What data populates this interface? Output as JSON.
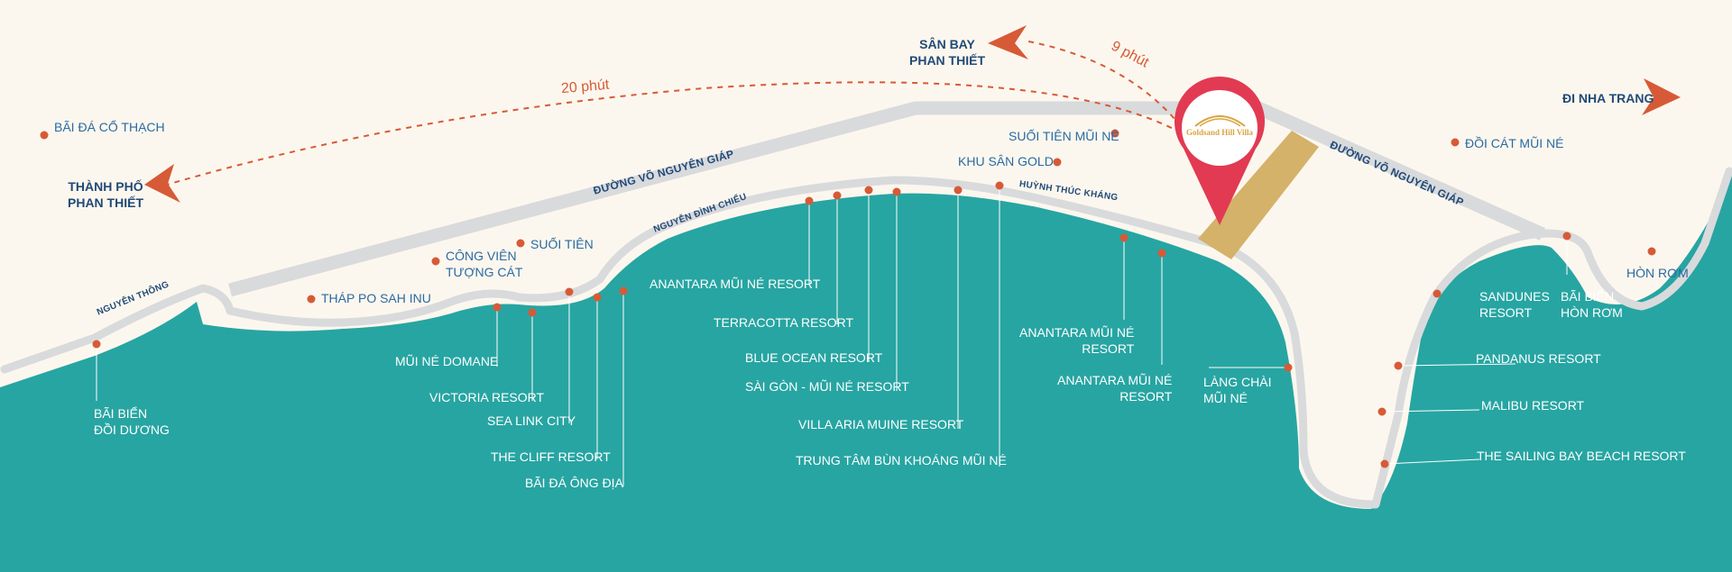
{
  "colors": {
    "sea": "#27a5a2",
    "land": "#fcf7ee",
    "road": "#d9dadc",
    "dot": "#d75a37",
    "pin": "#e23a52",
    "project_block": "#d4b26a",
    "arrow": "#d75a37",
    "label_blue": "#2a6aa3",
    "label_navy": "#214a78"
  },
  "project": {
    "name": "Goldsand Hill Villa",
    "icon": "location-pin-icon"
  },
  "directions": {
    "airport": {
      "line1": "SÂN BAY",
      "line2": "PHAN THIẾT",
      "time": "9 phút"
    },
    "city": {
      "line1": "THÀNH PHỐ",
      "line2": "PHAN THIẾT",
      "time": "20 phút"
    },
    "nha_trang": {
      "label": "ĐI NHA TRANG"
    }
  },
  "roads": {
    "vo_nguyen_giap_west": "ĐƯỜNG VÕ NGUYÊN GIÁP",
    "vo_nguyen_giap_east": "ĐƯỜNG VÕ NGUYÊN GIÁP",
    "nguyen_thong": "NGUYỄN THÔNG",
    "nguyen_dinh_chieu": "NGUYỄN ĐÌNH CHIỂU",
    "huynh_thuc_khang": "HUỲNH THÚC KHÁNG"
  },
  "land_places": {
    "bai_da_co_thach": "BÃI ĐÁ CỔ THẠCH",
    "thap_po_sah_inu": "THÁP PO SAH INU",
    "cong_vien_line1": "CÔNG VIÊN",
    "cong_vien_line2": "TƯỢNG CÁT",
    "suoi_tien": "SUỐI TIÊN",
    "suoi_tien_mui_ne": "SUỐI TIÊN MŨI NÉ",
    "khu_san_gold": "KHU SÂN GOLD",
    "doi_cat_mui_ne": "ĐỒI CÁT MŨI NÉ",
    "hon_rom": "HÒN RƠM"
  },
  "sea_places": {
    "bai_bien_doi_duong_l1": "BÃI BIỂN",
    "bai_bien_doi_duong_l2": "ĐỒI DƯƠNG",
    "mui_ne_domane": "MŨI NÉ DOMANE",
    "victoria_resort": "VICTORIA RESORT",
    "sea_link_city": "SEA LINK CITY",
    "the_cliff_resort": "THE CLIFF RESORT",
    "bai_da_ong_dia": "BÃI ĐÁ ÔNG ĐỊA",
    "anantara_1": "ANANTARA MŨI NÉ RESORT",
    "terracotta": "TERRACOTTA RESORT",
    "blue_ocean": "BLUE OCEAN RESORT",
    "saigon_mui_ne": "SÀI GÒN - MŨI NÉ RESORT",
    "villa_aria": "VILLA ARIA MUINE RESORT",
    "trung_tam_bun": "TRUNG TÂM BÙN KHOÁNG MŨI NÉ",
    "anantara_2_l1": "ANANTARA MŨI NÉ",
    "anantara_2_l2": "RESORT",
    "anantara_3_l1": "ANANTARA MŨI NÉ",
    "anantara_3_l2": "RESORT",
    "lang_chai_l1": "LÀNG CHÀI",
    "lang_chai_l2": "MŨI NÉ",
    "sandunes_l1": "SANDUNES",
    "sandunes_l2": "RESORT",
    "bai_bien_hon_rom_l1": "BÃI BIỂN",
    "bai_bien_hon_rom_l2": "HÒN RƠM",
    "pandanus": "PANDANUS RESORT",
    "malibu": "MALIBU RESORT",
    "sailing_bay": "THE SAILING BAY BEACH RESORT"
  }
}
